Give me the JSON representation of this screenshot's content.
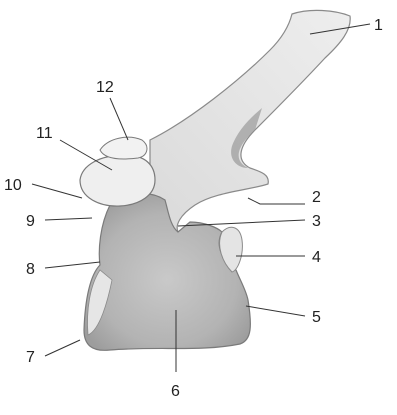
{
  "figure": {
    "labels": {
      "l1": "1",
      "l2": "2",
      "l3": "3",
      "l4": "4",
      "l5": "5",
      "l6": "6",
      "l7": "7",
      "l8": "8",
      "l9": "9",
      "l10": "10",
      "l11": "11",
      "l12": "12"
    },
    "colors": {
      "bone_light": "#ececec",
      "bone_mid": "#d4d4d4",
      "bone_dark": "#a9a9a9",
      "outline": "#7a7a7a",
      "line": "#333333"
    }
  }
}
